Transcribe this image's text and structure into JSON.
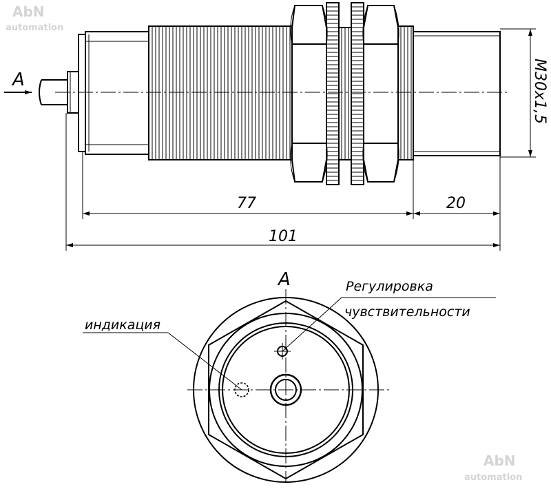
{
  "watermark": {
    "brand": "AbN",
    "sub": "automation"
  },
  "side_view": {
    "view_marker": "A",
    "dim_thread": "M30x1,5",
    "dim_body": "77",
    "dim_front": "20",
    "dim_total": "101"
  },
  "front_view": {
    "view_title": "A",
    "label_adjust_line1": "Регулировка",
    "label_adjust_line2": "чувствительности",
    "label_indication": "индикация"
  }
}
